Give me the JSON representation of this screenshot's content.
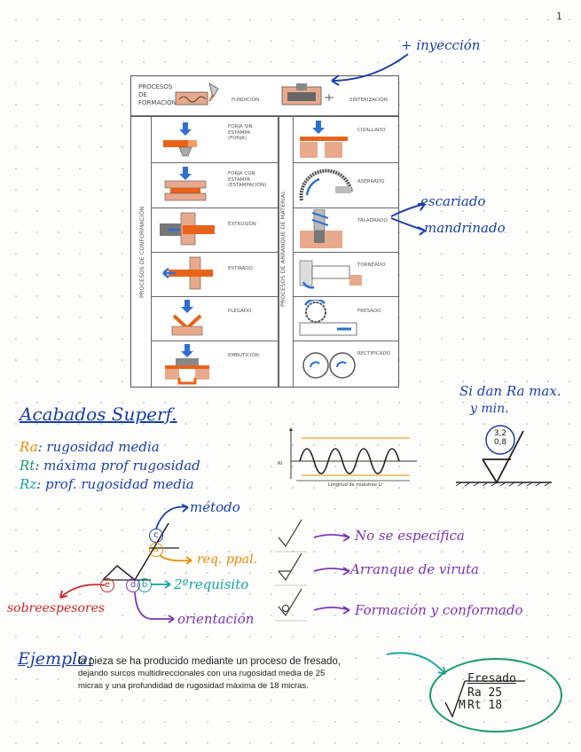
{
  "page_number": "1",
  "notes": {
    "inyeccion": "+ inyección",
    "escariado": "escariado",
    "mandrinado": "mandrinado",
    "si_dan": "Si dan Ra max.",
    "y_min": "y min.",
    "acabados_title": "Acabados Superf.",
    "ra_line_key": "Ra",
    "ra_line_text": ": rugosidad media",
    "rt_line_key": "Rt",
    "rt_line_text": ": máxima prof rugosidad",
    "rz_line_key": "Rz",
    "rz_line_text": ": prof. rugosidad media",
    "metodo": "método",
    "req_ppal": "req. ppal.",
    "segundo_requisito": "2ºrequisito",
    "sobreespesores": "sobreespesores",
    "orientacion": "orientación",
    "no_especifica": "No se especifica",
    "arranque": "Arranque de viruta",
    "formacion": "Formación y conformado",
    "ejemplo_label": "Ejemplo:",
    "ejemplo_line1": "la pieza se ha producido mediante un proceso de fresado,",
    "ejemplo_line2": "dejando surcos multidireccionales con una rugosidad media de 25",
    "ejemplo_line3": "micras y una profundidad de rugosidad máxima de 18 micras."
  },
  "table": {
    "header_title_1": "PROCESOS",
    "header_title_2": "DE",
    "header_title_3": "FORMACIÓN",
    "fundicion": "FUNDICIÓN",
    "sinterizacion": "SINTERIZACIÓN",
    "left_section": "PROCESOS DE CONFORMACIÓN",
    "right_section": "PROCESOS DE ARRANQUE DE MATERIAL",
    "forja_sin_1": "FORJA SIN",
    "forja_sin_2": "ESTAMPA",
    "forja_sin_3": "(FORJA)",
    "forja_con_1": "FORJA CON",
    "forja_con_2": "ESTAMPA",
    "forja_con_3": "(ESTAMPACIÓN)",
    "extrusion": "EXTRUSIÓN",
    "estirado": "ESTIRADO",
    "plegado": "PLEGADO",
    "embuticion": "EMBUTICIÓN",
    "cizallado": "CIZALLADO",
    "aserrado": "ASERRADO",
    "taladrado": "TALADRADO",
    "torneado": "TORNEADO",
    "fresado": "FRESADO",
    "rectificado": "RECTIFICADO"
  },
  "graph": {
    "ylabel": "Rt",
    "xlabel": "Longitud de muestreo Lr"
  },
  "roughness_symbol": {
    "top": "3,2",
    "bottom": "0,8"
  },
  "example_symbol": {
    "method": "Fresado",
    "line1": "Ra 25",
    "line2": "Rt 18",
    "prefix": "M"
  },
  "symbol_letters": {
    "c": "c",
    "a": "a",
    "e": "e",
    "d": "d",
    "b": "b"
  },
  "colors": {
    "blue_ink": "#1b3fa8",
    "orange_ink": "#e88a00",
    "green_ink": "#1a9a6a",
    "purple_ink": "#7b35b5",
    "red_ink": "#c62828",
    "teal_ink": "#11a3a3"
  }
}
